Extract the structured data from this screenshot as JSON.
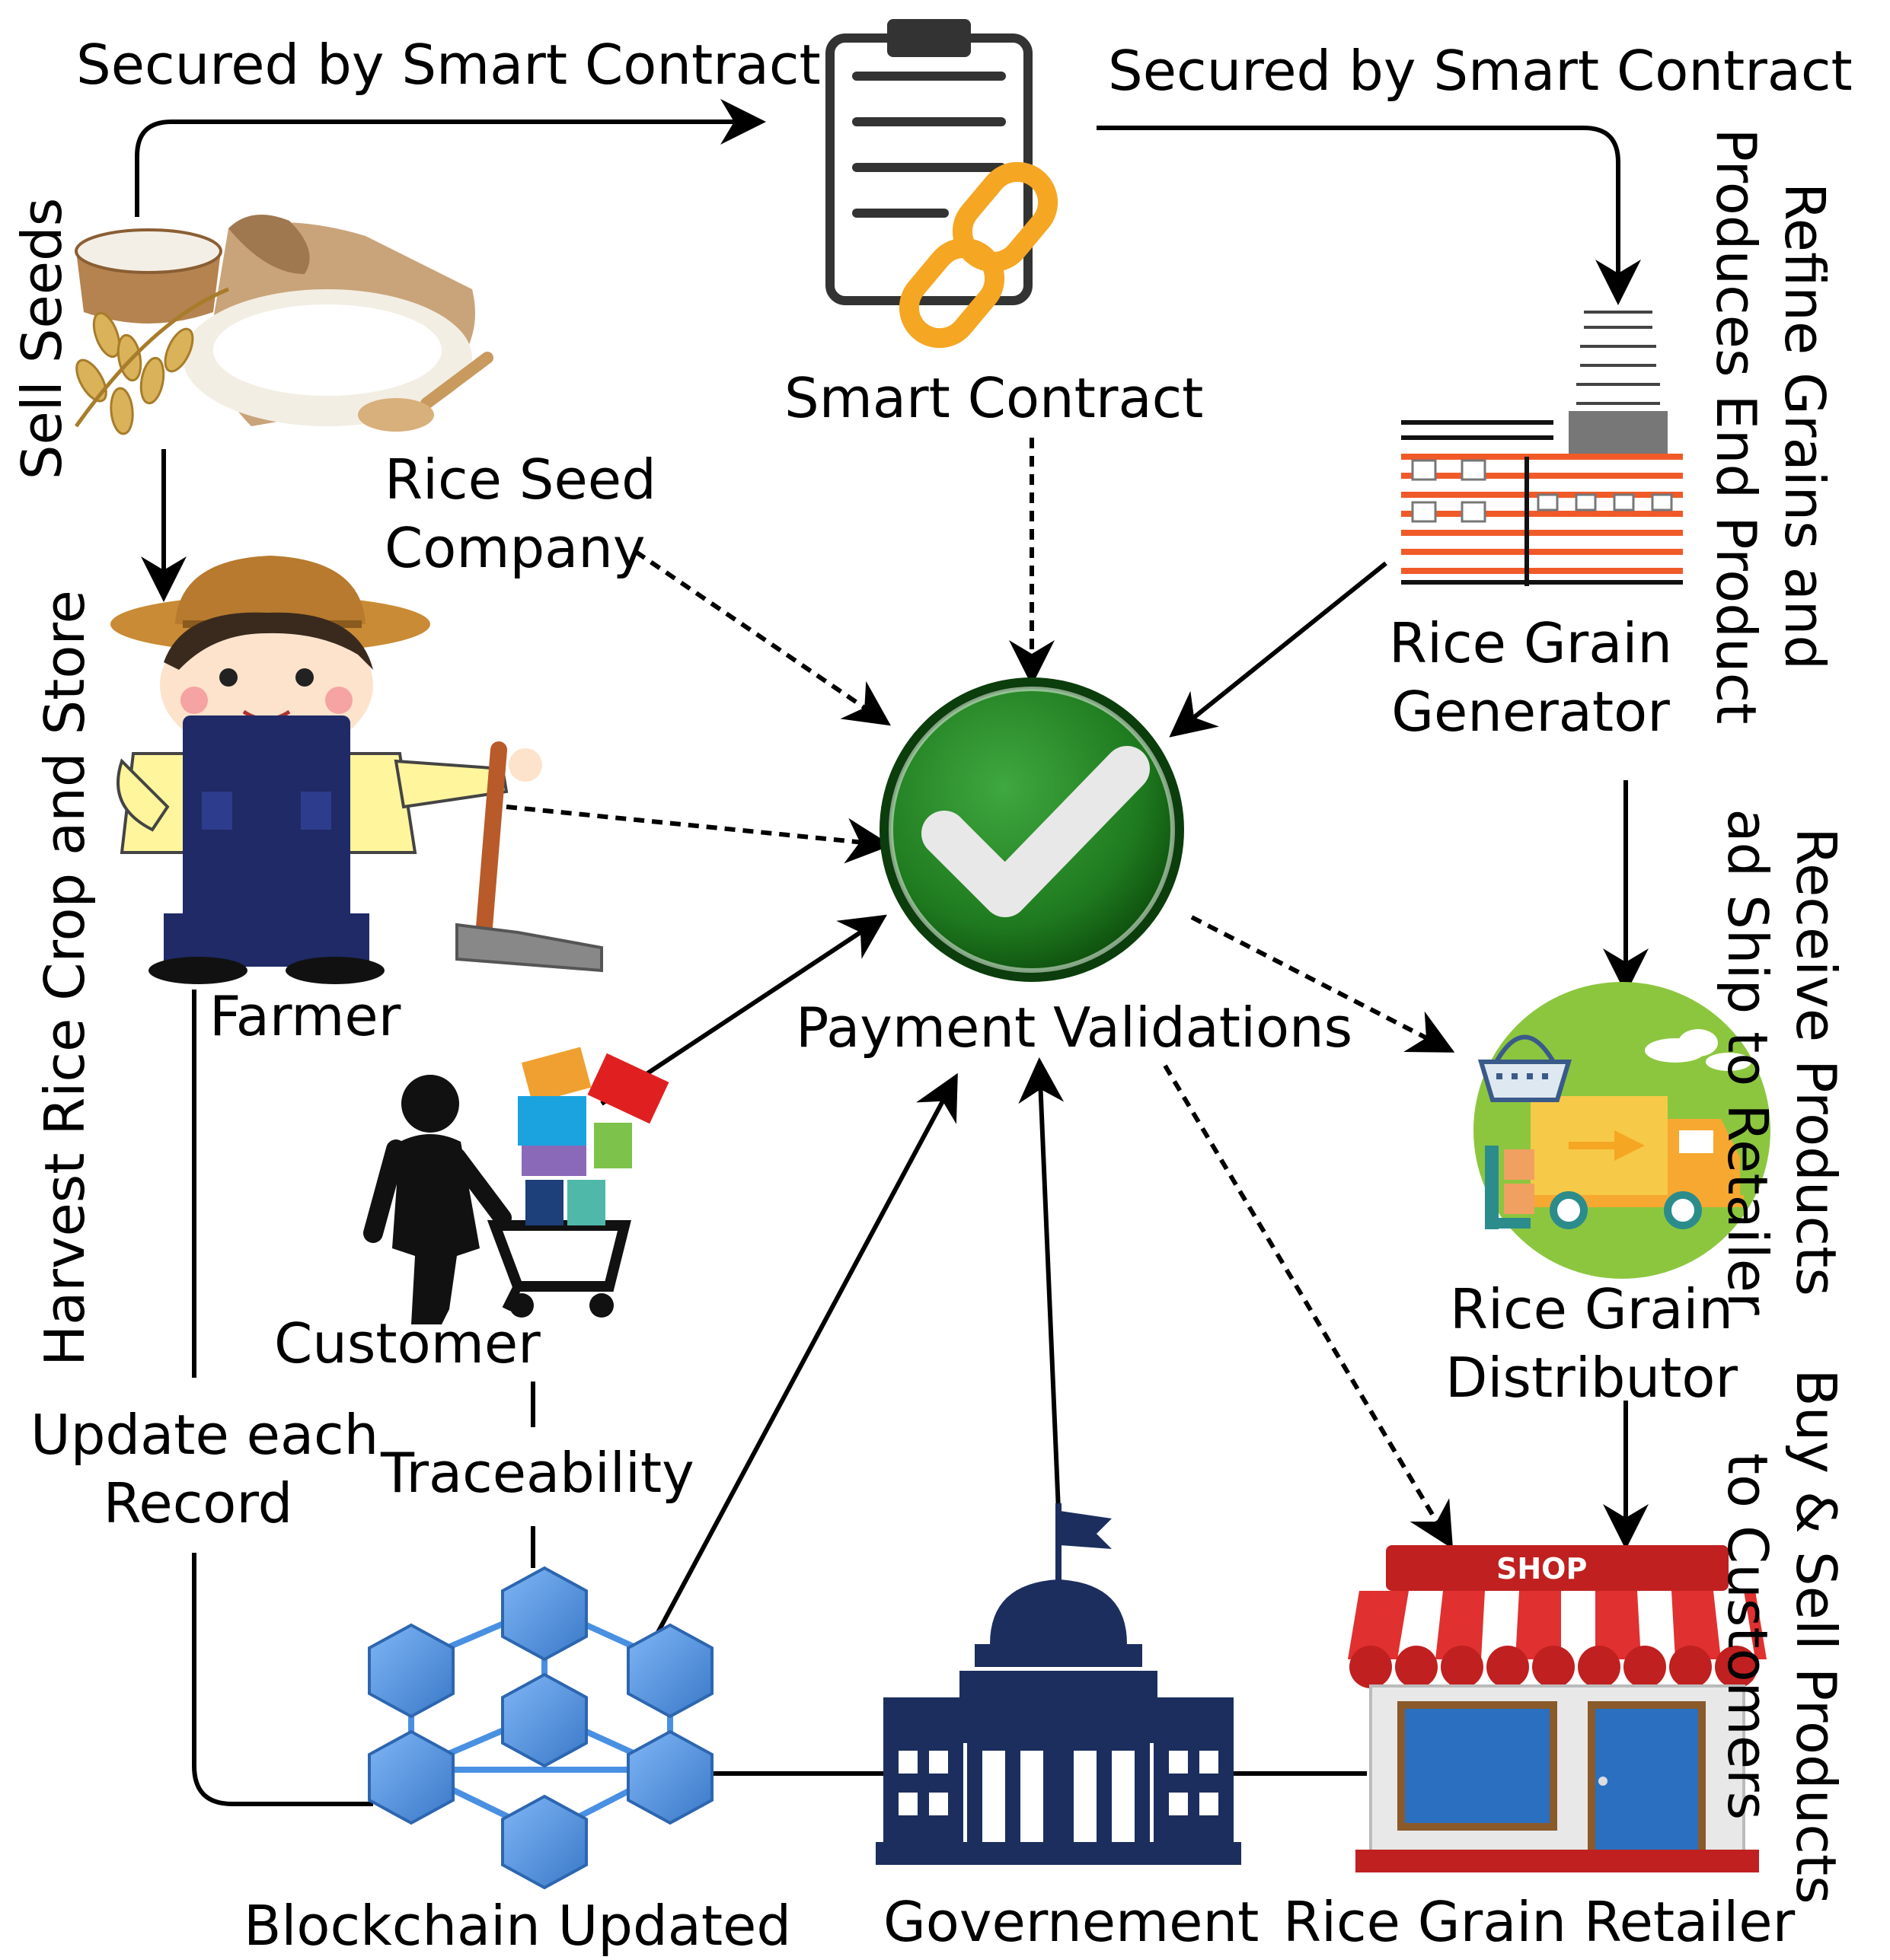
{
  "labels": {
    "secured_left": "Secured by Smart Contract",
    "secured_right": "Secured by Smart Contract",
    "smart_contract": "Smart Contract",
    "rice_seed_company": [
      "Rice Seed",
      "Company"
    ],
    "farmer": "Farmer",
    "customer": "Customer",
    "traceability": "Traceability",
    "update_record": [
      "Update each",
      "Record"
    ],
    "payment_validations": "Payment Validations",
    "rice_grain_generator": [
      "Rice Grain",
      "Generator"
    ],
    "rice_grain_distributor": [
      "Rice Grain",
      "Distributor"
    ],
    "rice_grain_retailer": "Rice Grain Retailer",
    "government": "Governement",
    "blockchain_updated": "Blockchain Updated",
    "shop_sign": "SHOP"
  },
  "side_labels": {
    "sell_seeds": "Sell Seeds",
    "harvest": "Harvest Rice Crop and Store",
    "refine": [
      "Refine Grains and",
      "Produces End Product"
    ],
    "receive": [
      "Receive Products",
      "ad Ship to Retailer"
    ],
    "buy_sell": [
      "Buy & Sell Products",
      "to Customers"
    ]
  },
  "icons": {
    "rice": "rice-sack-icon",
    "contract": "smart-contract-icon",
    "factory": "factory-icon",
    "farmer": "farmer-icon",
    "check": "payment-check-icon",
    "customer": "shopping-customer-icon",
    "distributor": "delivery-truck-icon",
    "blockchain": "blockchain-network-icon",
    "government": "government-building-icon",
    "shop": "shop-storefront-icon"
  },
  "colors": {
    "check_green": "#1f7a1f",
    "chain_orange": "#f5a623",
    "factory_orange": "#f05a28",
    "gov_navy": "#1c2e5e",
    "shop_red": "#d62828",
    "block_blue": "#4a90e2",
    "dist_green": "#8cc63f",
    "truck_yellow": "#f7c948"
  }
}
